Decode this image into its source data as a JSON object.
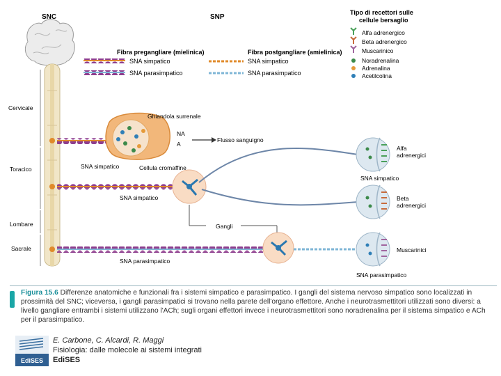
{
  "headers": {
    "snc": "SNC",
    "snp": "SNP",
    "receptor_title_1": "Tipo di recettori sulle",
    "receptor_title_2": "cellule bersaglio"
  },
  "legend": {
    "pre_title": "Fibra pregangliare (mielinica)",
    "post_title": "Fibra postgangliare (amielinica)",
    "pre_symp": "SNA simpatico",
    "pre_para": "SNA parasimpatico",
    "post_symp": "SNA simpatico",
    "post_para": "SNA parasimpatico"
  },
  "receptor_legend": {
    "alpha": "Alfa adrenergico",
    "beta": "Beta adrenergico",
    "musc": "Muscarinico",
    "nora": "Noradrenalina",
    "adre": "Adrenalina",
    "ach": "Acetilcolina"
  },
  "spine_regions": {
    "cervicale": "Cervicale",
    "toracico": "Toracico",
    "lombare": "Lombare",
    "sacrale": "Sacrale"
  },
  "labels": {
    "gland": "Ghiandola surrenale",
    "na": "NA",
    "a": "A",
    "flow": "Flusso sanguigno",
    "sna_simp_1": "SNA simpatico",
    "chromaffin": "Cellula cromaffine",
    "sna_simp_2": "SNA simpatico",
    "gangli": "Gangli",
    "sna_para": "SNA parasimpatico",
    "alfa_adr": [
      "Alfa",
      "adrenergici"
    ],
    "sna_simp_3": "SNA simpatico",
    "beta_adr": [
      "Beta",
      "adrenergici"
    ],
    "musc": "Muscarinici",
    "sna_para_2": "SNA parasimpatico"
  },
  "caption": {
    "figure": "Figura 15.6",
    "text": " Differenze anatomiche e funzionali fra i sistemi simpatico e parasimpatico. I gangli del sistema nervoso simpatico sono localizzati in prossimità del SNC; viceversa, i gangli parasimpatici si trovano nella parete dell'organo effettore. Anche i neurotrasmettitori utilizzati sono diversi: a livello gangliare entrambi i sistemi utilizzano l'ACh; sugli organi effettori invece i neurotrasmettitori sono noradrenalina per il sistema simpatico e ACh per il parasimpatico."
  },
  "book": {
    "authors": "E. Carbone, C. Alcardi, R. Maggi",
    "title": "Fisiologia: dalle molecole ai sistemi integrati",
    "publisher": "EdiSES"
  },
  "logo_text": "EdiSES",
  "colors": {
    "axon_pre": "#8e3d8e",
    "axon_post_symp": "#e08a2a",
    "axon_post_para": "#7fb6d6",
    "spine": "#f1e6c8",
    "ganglion": "#f9dcc4",
    "accent": "#1aa6a6"
  }
}
